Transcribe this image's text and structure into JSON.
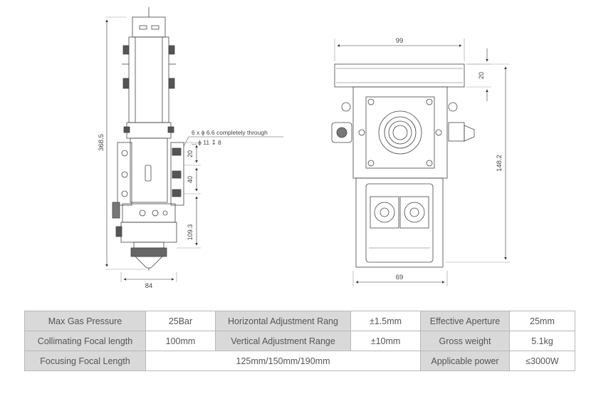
{
  "dimensions": {
    "total_height": "368.5",
    "width_front": "84",
    "hole_note_1": "6 x ϕ 6.6 completely through",
    "hole_note_2": "⌴ ϕ 11 ↧ 8",
    "spacing_20": "20",
    "spacing_40": "40",
    "height_109": "109.3",
    "top_width": "99",
    "top_thickness": "20",
    "side_height": "148.2",
    "bottom_width": "69"
  },
  "specs": {
    "row1": {
      "max_gas_pressure_label": "Max Gas Pressure",
      "max_gas_pressure_value": "25Bar",
      "horizontal_adj_label": "Horizontal Adjustment Rang",
      "horizontal_adj_value": "±1.5mm",
      "effective_aperture_label": "Effective Aperture",
      "effective_aperture_value": "25mm"
    },
    "row2": {
      "collimating_label": "Collimating Focal length",
      "collimating_value": "100mm",
      "vertical_adj_label": "Vertical Adjustment Range",
      "vertical_adj_value": "±10mm",
      "gross_weight_label": "Gross weight",
      "gross_weight_value": "5.1kg"
    },
    "row3": {
      "focusing_label": "Focusing Focal Length",
      "focusing_value": "125mm/150mm/190mm",
      "power_label": "Applicable power",
      "power_value": "≤3000W"
    }
  }
}
